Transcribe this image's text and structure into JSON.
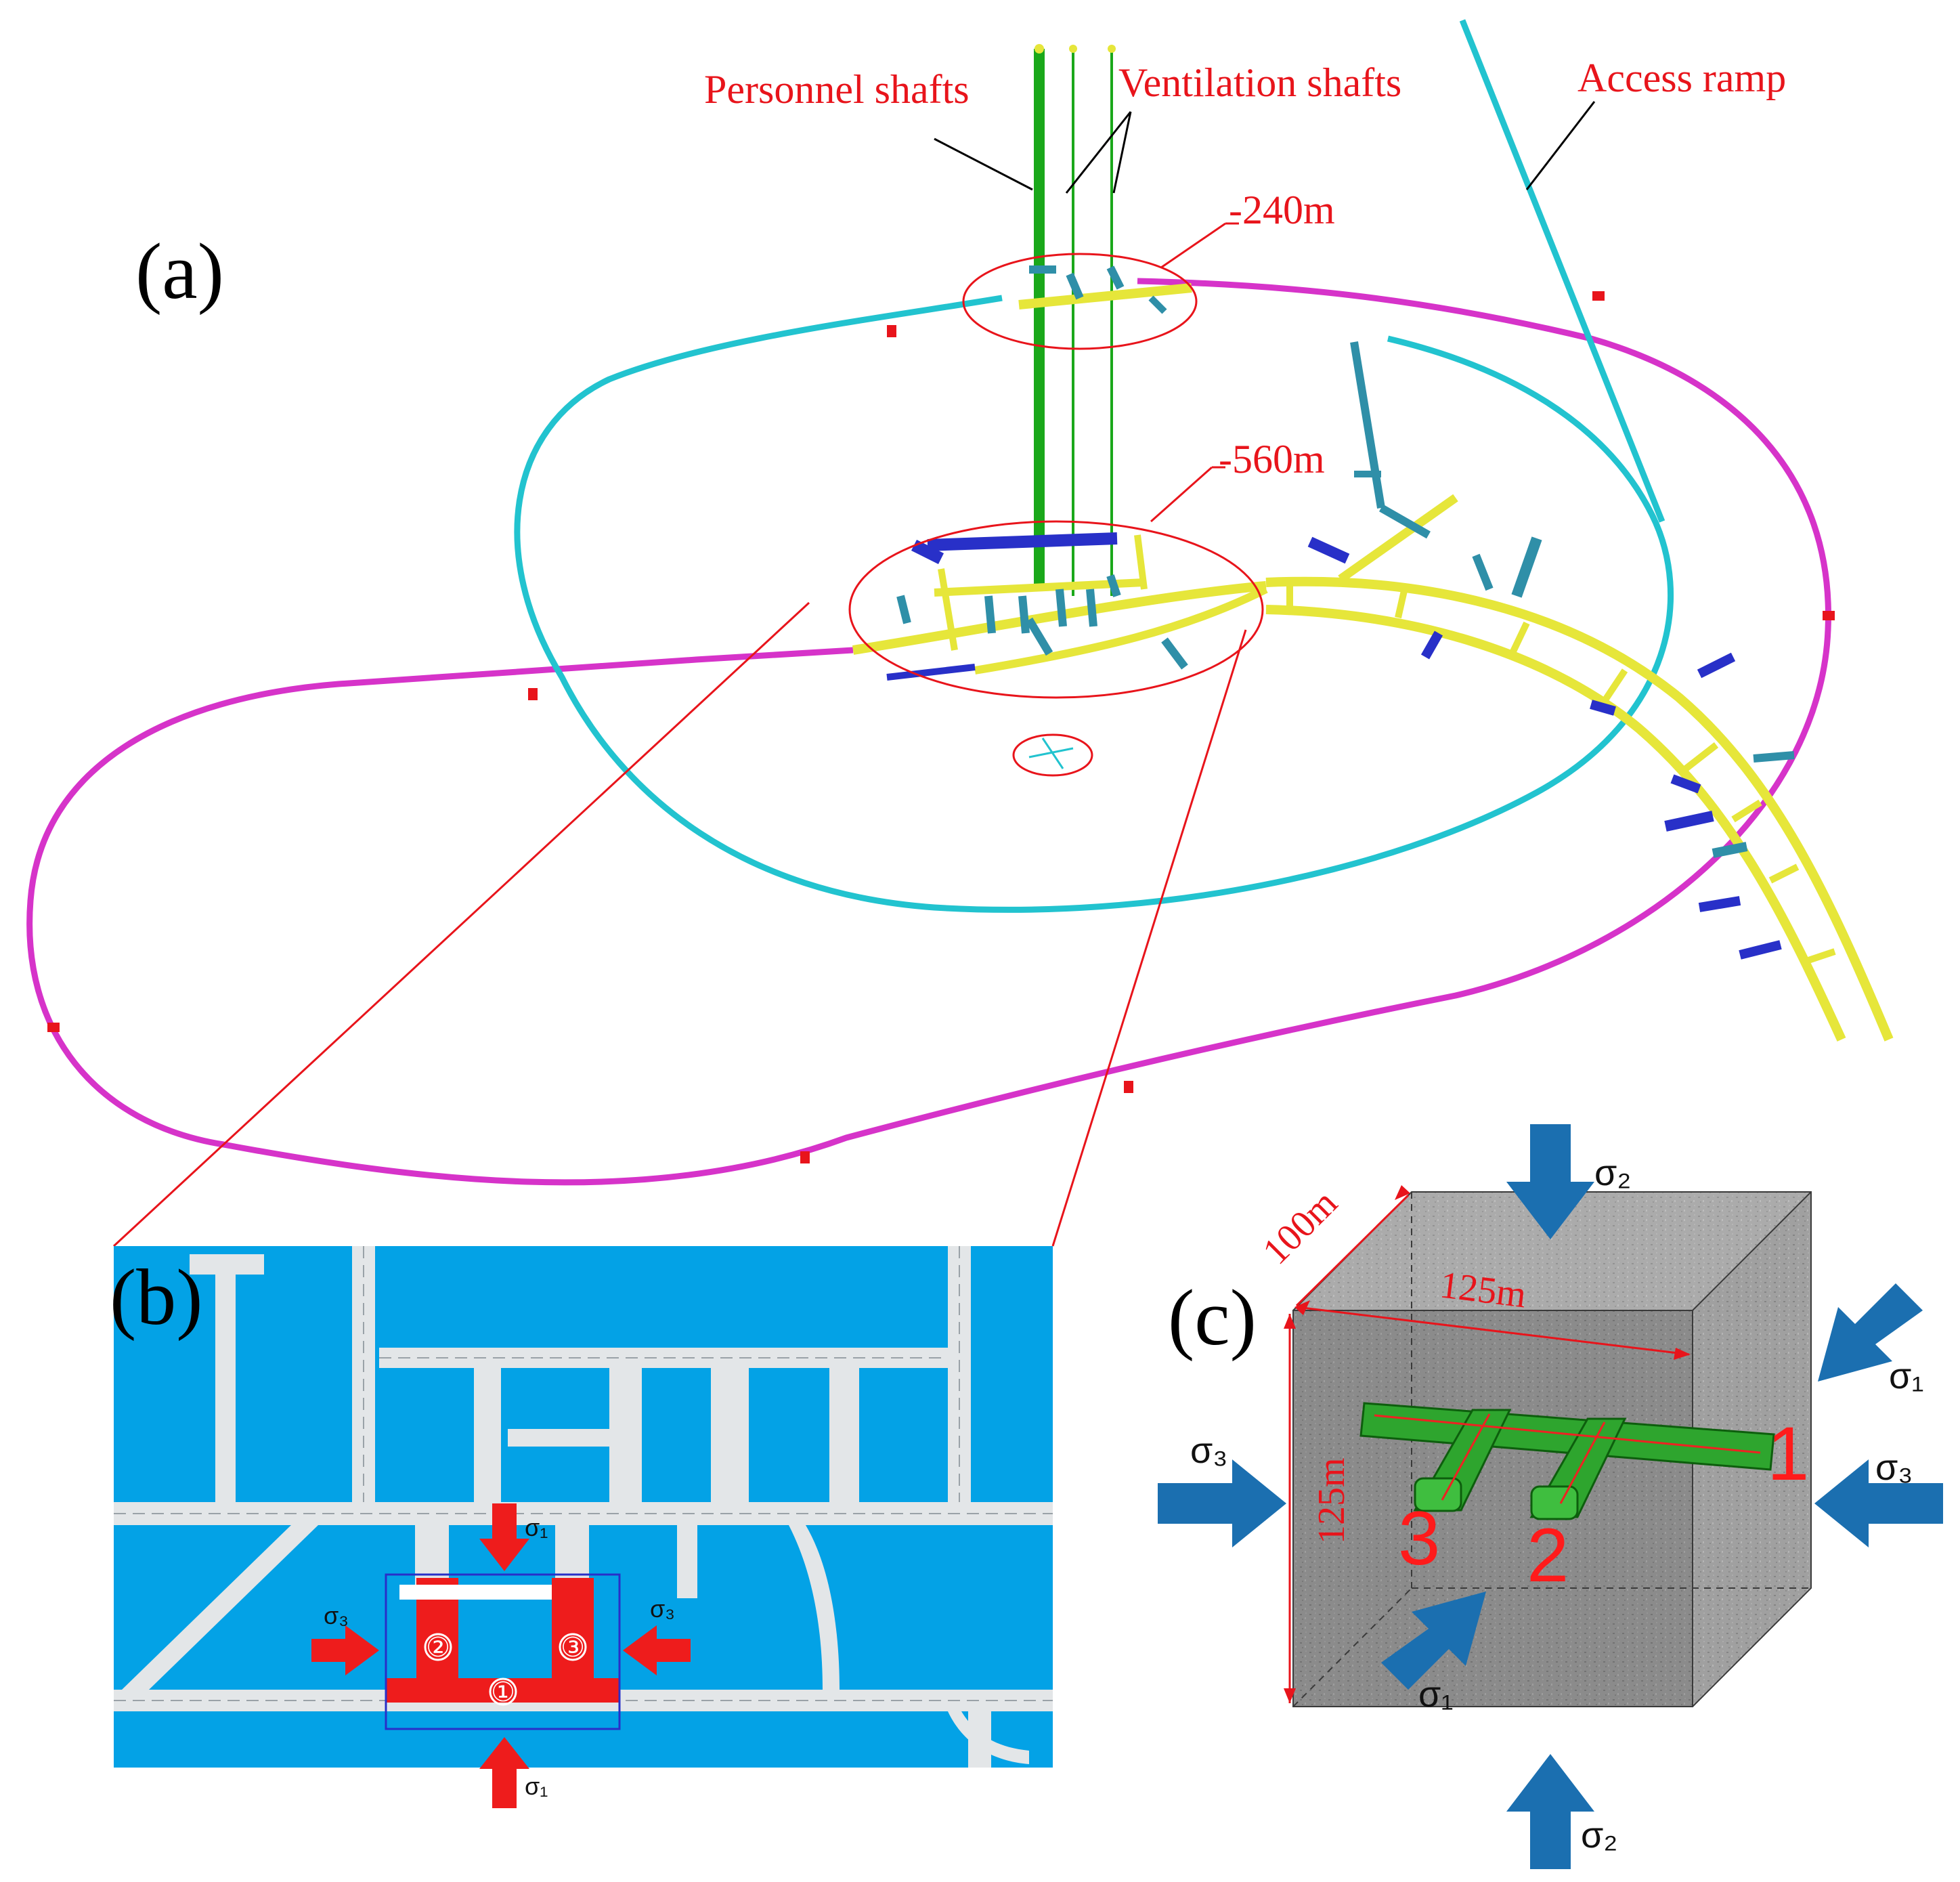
{
  "panels": {
    "a": {
      "label": "(a)"
    },
    "b": {
      "label": "(b)"
    },
    "c": {
      "label": "(c)"
    }
  },
  "annotations": {
    "personnel_shafts": "Personnel shafts",
    "ventilation_shafts": "Ventilation shafts",
    "access_ramp": "Access ramp",
    "level_240": "-240m",
    "level_560": "-560m"
  },
  "panel_b": {
    "sigma1_top": "σ₁",
    "sigma1_bottom": "σ₁",
    "sigma3_left": "σ₃",
    "sigma3_right": "σ₃",
    "tunnel_1": "①",
    "tunnel_2": "②",
    "tunnel_3": "③"
  },
  "panel_c": {
    "dim_depth": "100m",
    "dim_width": "125m",
    "dim_height": "125m",
    "tunnel_1": "1",
    "tunnel_2": "2",
    "tunnel_3": "3",
    "sigma1_right": "σ₁",
    "sigma1_front": "σ₁",
    "sigma2_top": "σ₂",
    "sigma2_bottom": "σ₂",
    "sigma3_left": "σ₃",
    "sigma3_right": "σ₃"
  },
  "colors": {
    "label_red": "#e8141b",
    "loop_cyan": "#22c3cf",
    "loop_magenta": "#d633c9",
    "tunnel_yellow": "#e6e63a",
    "gallery_blue": "#2830c8",
    "shaft_green": "#1aa81a",
    "plan_blue": "#03a2e6",
    "arrow_blue": "#1b6fb0",
    "rock_gray": "#8f8f8f"
  }
}
